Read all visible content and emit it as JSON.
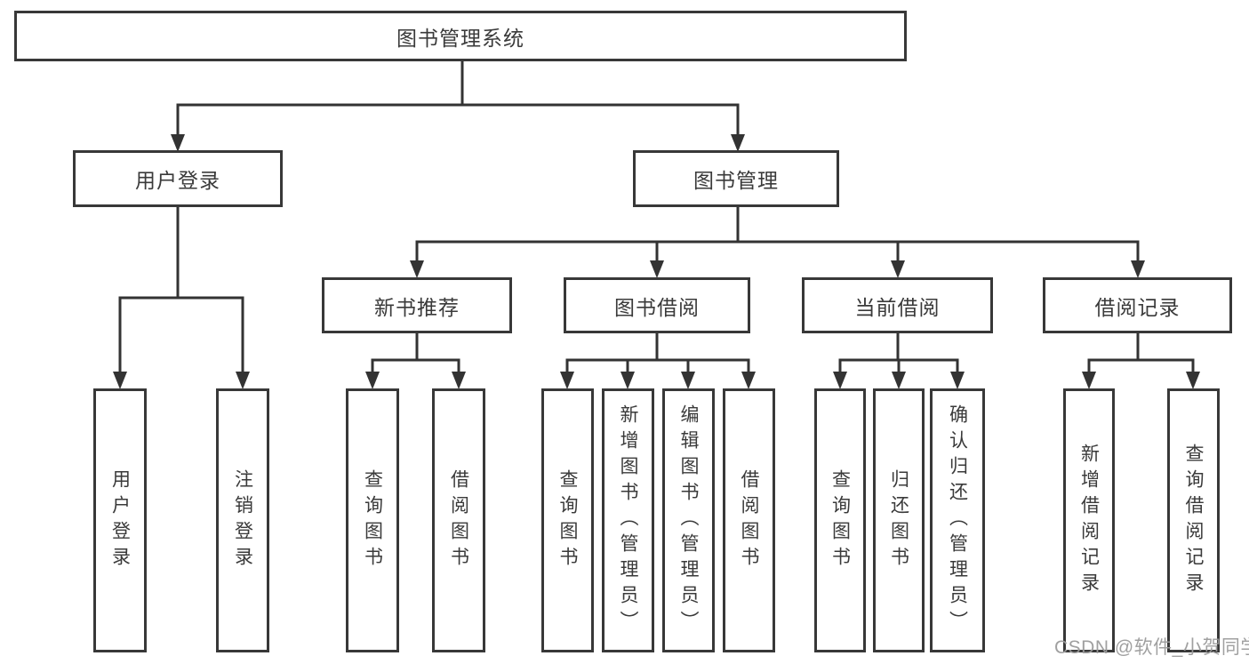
{
  "colors": {
    "background": "#ffffff",
    "line": "#333333",
    "box_border": "#383838",
    "text": "#3a3a3a",
    "watermark": "#9b9b9b"
  },
  "root": {
    "label": "图书管理系统"
  },
  "level2": [
    {
      "label": "用户登录"
    },
    {
      "label": "图书管理"
    }
  ],
  "level3": [
    {
      "label": "新书推荐"
    },
    {
      "label": "图书借阅"
    },
    {
      "label": "当前借阅"
    },
    {
      "label": "借阅记录"
    }
  ],
  "leaves": {
    "user_login": [
      "用户登录",
      "注销登录"
    ],
    "new_book_recommend": [
      "查询图书",
      "借阅图书"
    ],
    "book_borrow": [
      "查询图书",
      "新增图书（管理员）",
      "编辑图书（管理员）",
      "借阅图书"
    ],
    "current_borrow": [
      "查询图书",
      "归还图书",
      "确认归还（管理员）"
    ],
    "borrow_records": [
      "新增借阅记录",
      "查询借阅记录"
    ]
  },
  "watermark": {
    "text": "CSDN @软件_小贺同学"
  }
}
